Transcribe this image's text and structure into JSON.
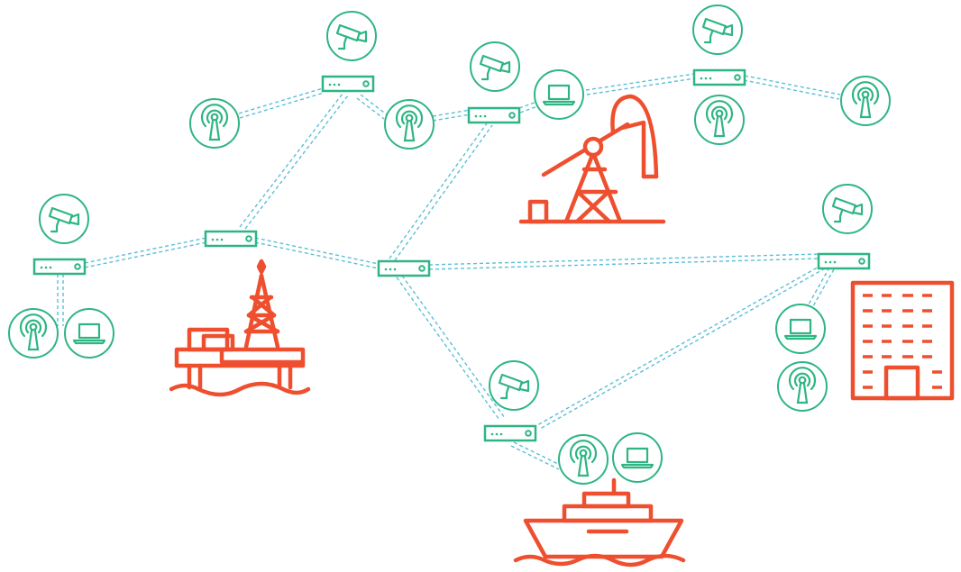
{
  "colors": {
    "network": "#2fb584",
    "link": "#5bbfd6",
    "industrial": "#ee4f2f",
    "background": "#ffffff"
  },
  "routers": [
    {
      "name": "router-top-center"
    },
    {
      "name": "router-mid-top"
    },
    {
      "name": "router-top-right"
    },
    {
      "name": "router-left"
    },
    {
      "name": "router-center-left"
    },
    {
      "name": "router-center"
    },
    {
      "name": "router-right"
    },
    {
      "name": "router-bottom"
    }
  ],
  "devices": [
    {
      "icon": "camera-icon"
    },
    {
      "icon": "antenna-icon"
    },
    {
      "icon": "laptop-icon"
    }
  ],
  "facilities": [
    {
      "icon": "oil-pumpjack-icon"
    },
    {
      "icon": "offshore-oil-rig-icon"
    },
    {
      "icon": "office-building-icon"
    },
    {
      "icon": "ship-icon"
    }
  ]
}
